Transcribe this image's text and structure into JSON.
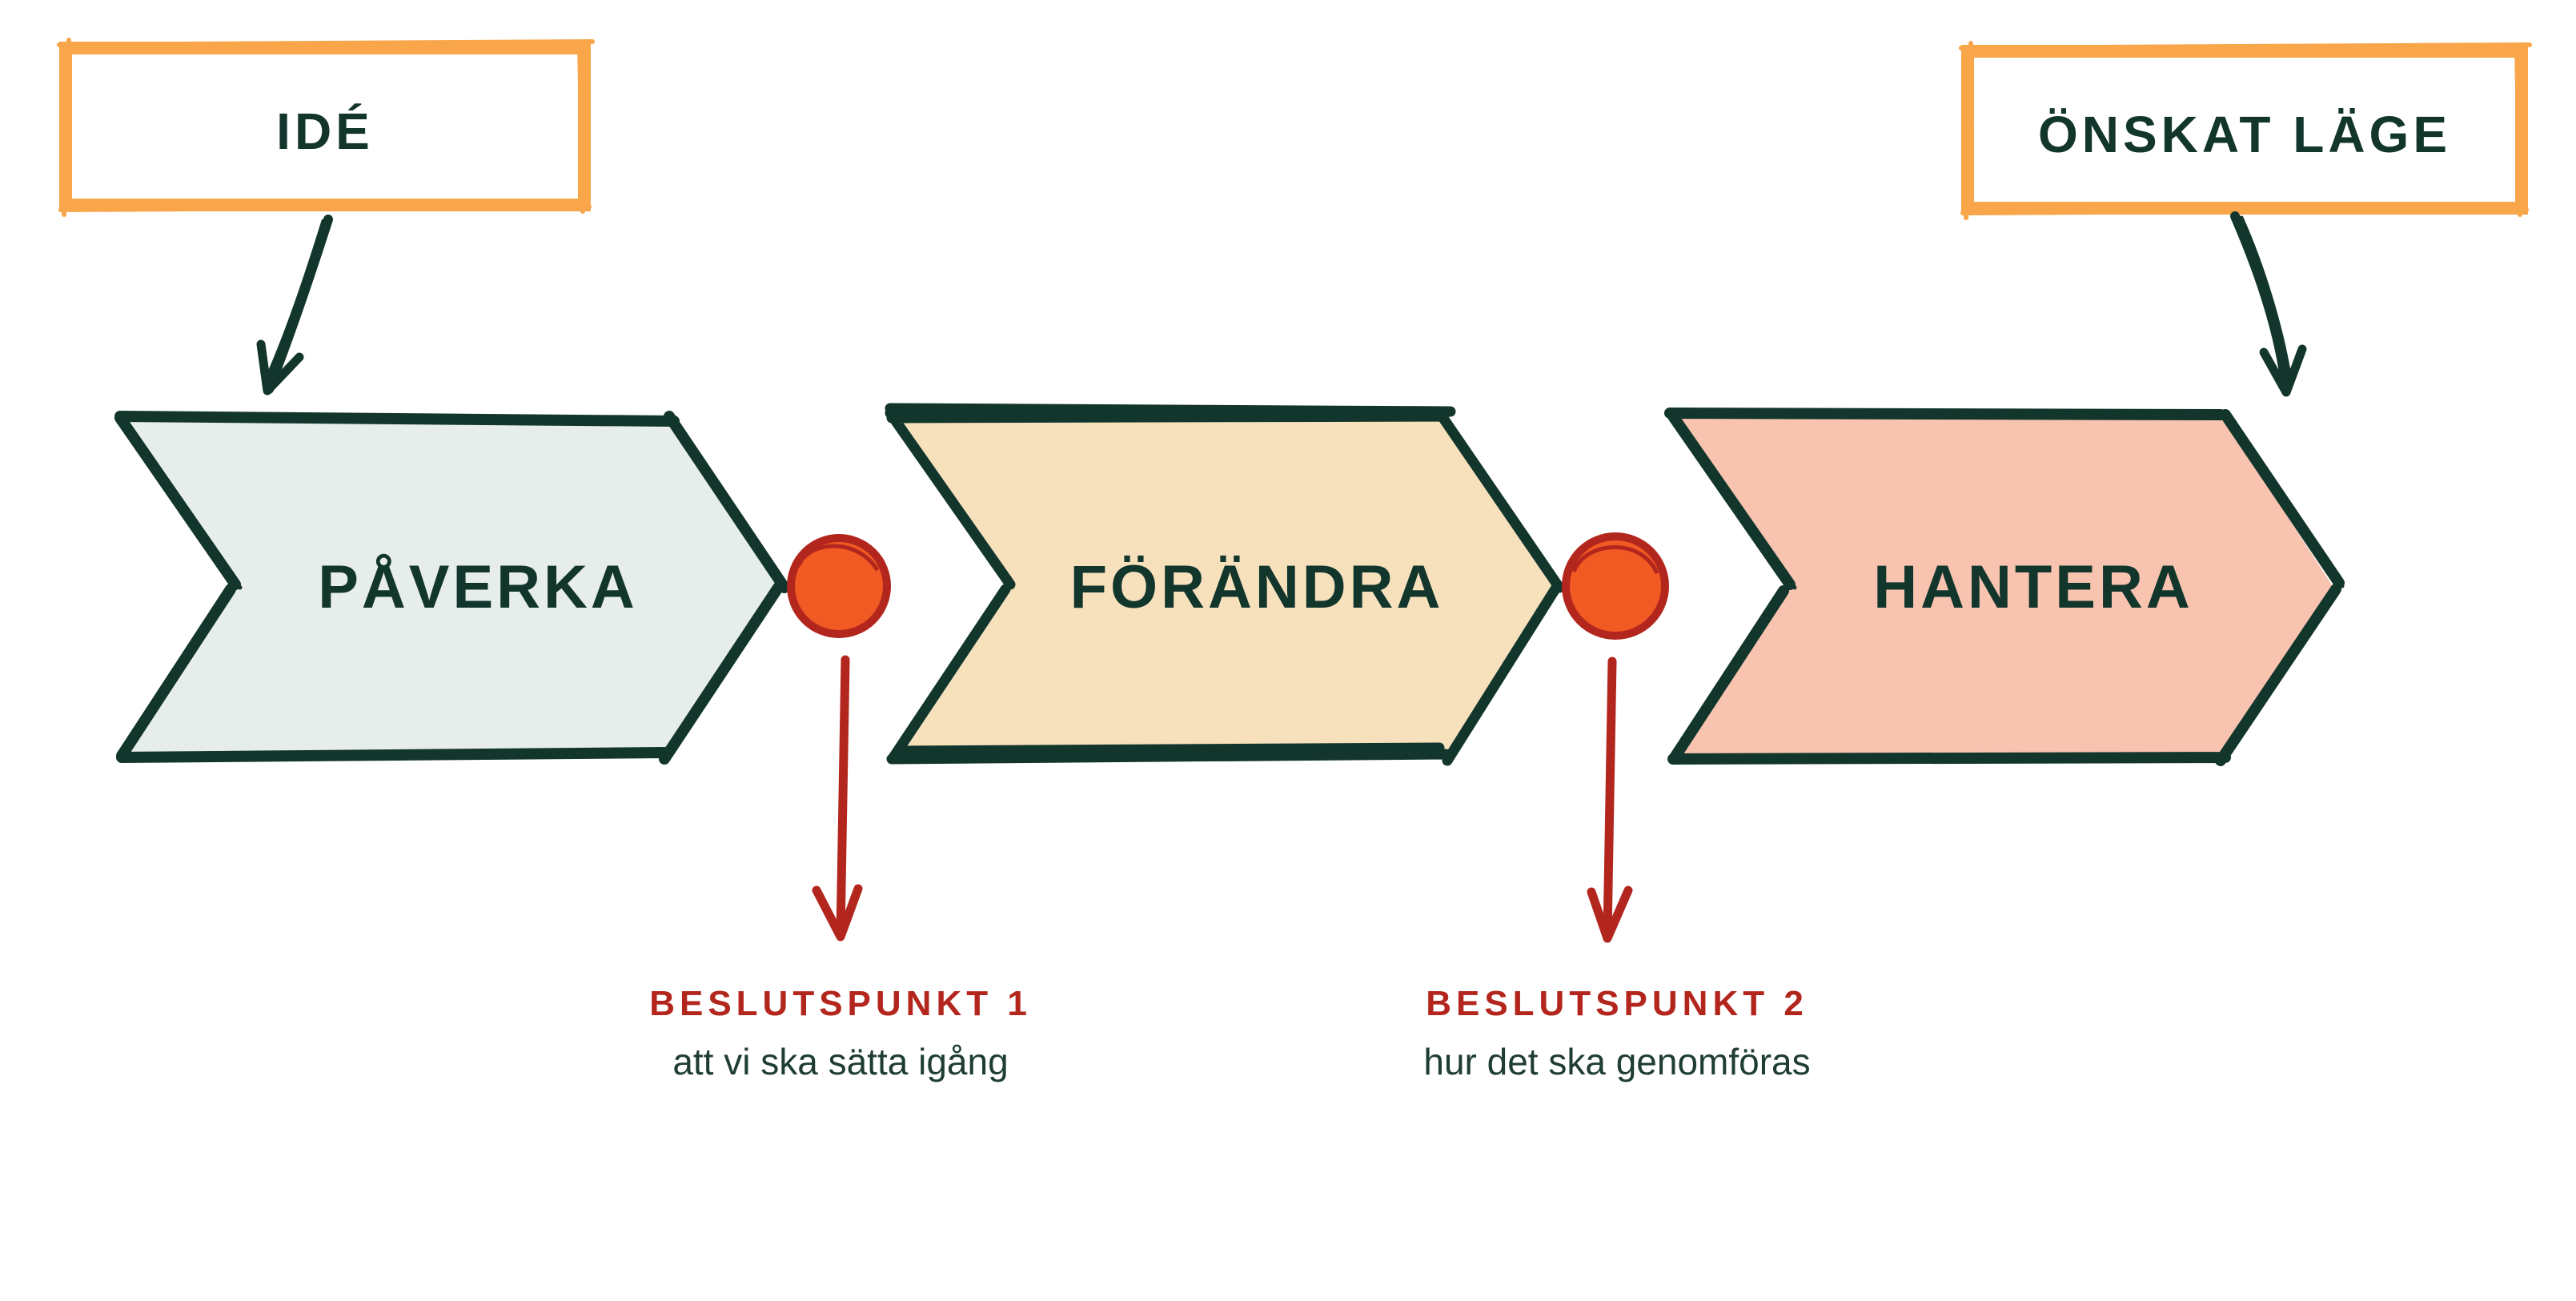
{
  "boxes": {
    "start": {
      "label": "IDÉ"
    },
    "end": {
      "label": "ÖNSKAT LÄGE"
    }
  },
  "stages": [
    {
      "label": "PÅVERKA",
      "fill": "#e7edeb"
    },
    {
      "label": "FÖRÄNDRA",
      "fill": "#f7e1bd"
    },
    {
      "label": "HANTERA",
      "fill": "#f8c4b0"
    }
  ],
  "decision_points": [
    {
      "title": "BESLUTSPUNKT 1",
      "subtitle": "att vi ska sätta igång"
    },
    {
      "title": "BESLUTSPUNKT 2",
      "subtitle": "hur det ska genomföras"
    }
  ],
  "colors": {
    "outline": "#12352c",
    "box_border": "#f9a54a",
    "dot_fill": "#f15a22",
    "dot_ring": "#b3261e",
    "decision_arrow": "#b3261e"
  }
}
